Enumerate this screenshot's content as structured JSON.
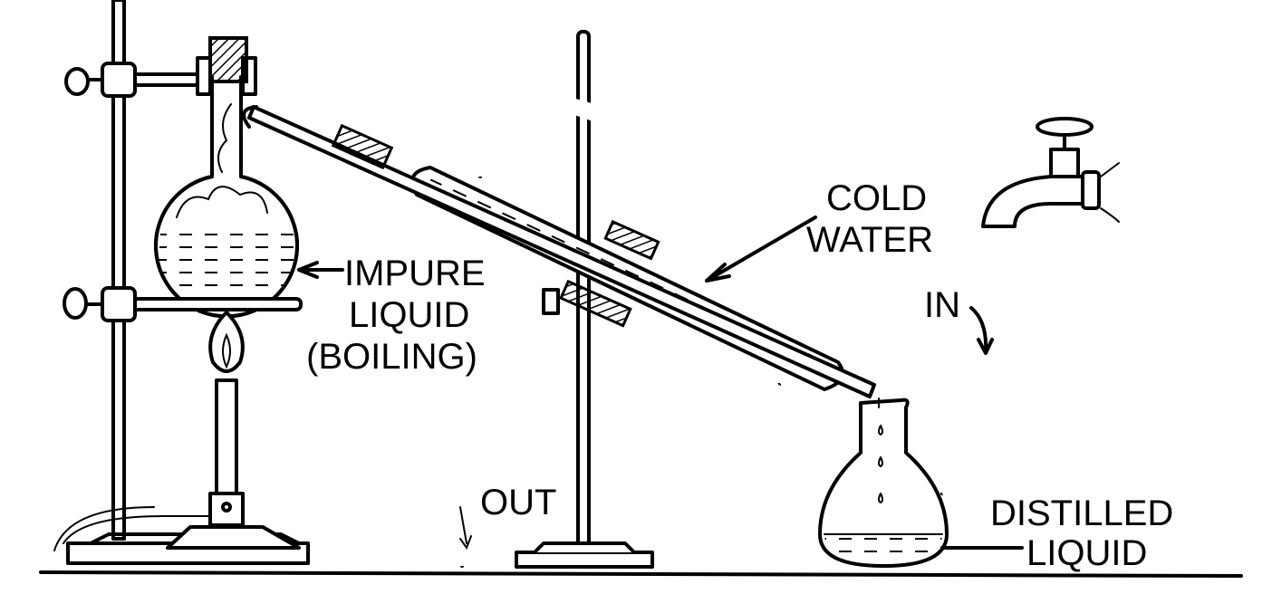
{
  "labels": {
    "cold_water": [
      "COLD",
      "WATER"
    ],
    "impure_liquid": [
      "IMPURE",
      "LIQUID",
      "(BOILING)"
    ],
    "water_in": "IN",
    "water_out": "OUT",
    "distilled_liquid": [
      "DISTILLED",
      "LIQUID"
    ]
  }
}
